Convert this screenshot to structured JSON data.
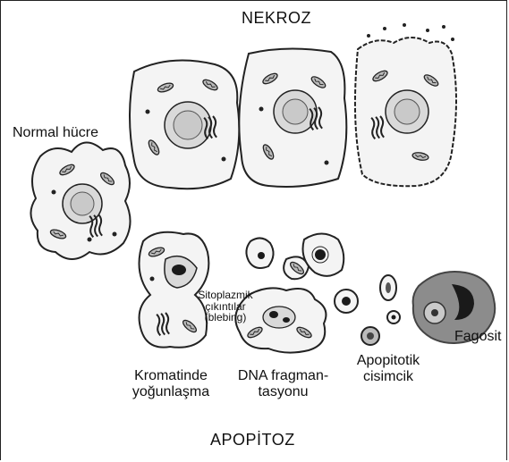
{
  "labels": {
    "necrosis_title": "NEKROZ",
    "normal_cell": "Normal hücre",
    "apoptosis_title": "APOPİTOZ",
    "chromatin": "Kromatinde\nyoğunlaşma",
    "blebbing": "Sitoplazmik\nçıkıntılar\n(blebing)",
    "dna_fragmentation": "DNA fragman-\ntasyonu",
    "apoptotic_body": "Apopitotik\ncisimcik",
    "phagocyte": "Fagosit"
  },
  "colors": {
    "ink": "#222222",
    "cytoplasm": "#f4f4f4",
    "nucleus": "#d9d9d9",
    "phagocyte": "#8c8c8c",
    "dark": "#1a1a1a"
  }
}
